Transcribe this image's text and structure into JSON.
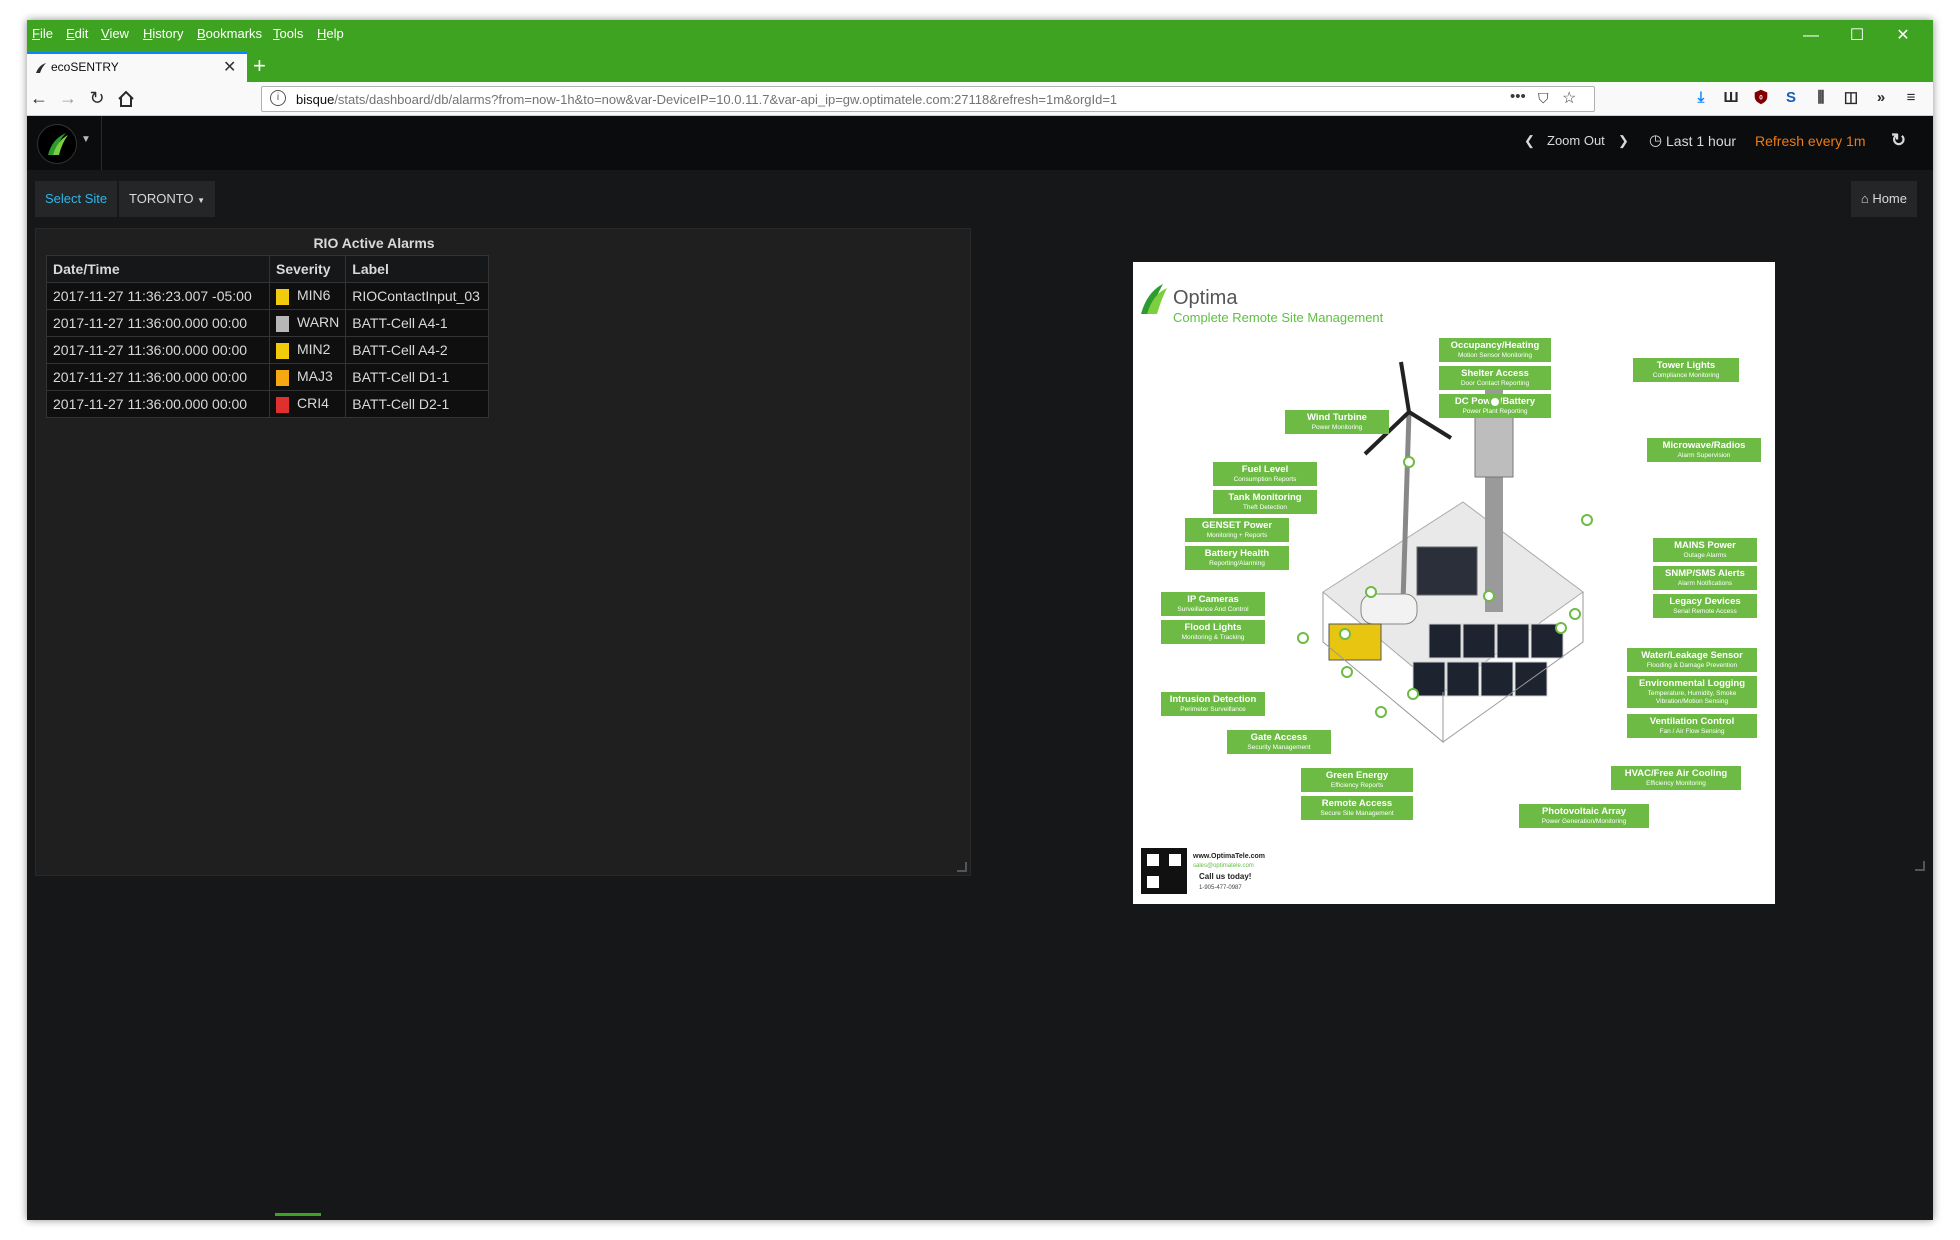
{
  "browser": {
    "menu": [
      "File",
      "Edit",
      "View",
      "History",
      "Bookmarks",
      "Tools",
      "Help"
    ],
    "window_controls": {
      "minimize": "—",
      "maximize": "☐",
      "close": "✕"
    },
    "tab": {
      "title": "ecoSENTRY",
      "close": "✕"
    },
    "new_tab": "+",
    "url": {
      "host": "bisque",
      "path": "/stats/dashboard/db/alarms?from=now-1h&to=now&var-DeviceIP=10.0.11.7&var-api_ip=gw.optimatele.com:27118&refresh=1m&orgId=1"
    },
    "url_actions": {
      "more": "•••",
      "pocket": "⛉",
      "bookmark": "☆"
    },
    "toolbar_icons": [
      "download-icon",
      "extension-icon",
      "ublock-icon",
      "s-extension-icon",
      "library-icon",
      "sidebar-icon",
      "overflow-icon",
      "hamburger-menu-icon"
    ]
  },
  "dashboard": {
    "topnav": {
      "zoom_out": "Zoom Out",
      "time_range": "Last 1 hour",
      "refresh": "Refresh every 1m",
      "chev_left": "❮",
      "chev_right": "❯",
      "clock": "◷",
      "refresh_icon": "↻"
    },
    "subnav": {
      "select_site": "Select Site",
      "site_value": "TORONTO",
      "home": "Home"
    },
    "colors": {
      "accent_green": "#3ea321",
      "refresh_orange": "#eb7b18",
      "link_blue": "#33b5e5"
    },
    "alarms_panel": {
      "title": "RIO Active Alarms",
      "columns": [
        "Date/Time",
        "Severity",
        "Label"
      ],
      "rows": [
        {
          "datetime": "2017-11-27 11:36:23.007 -05:00",
          "severity": "MIN6",
          "color": "#f2cc0c",
          "label": "RIOContactInput_03"
        },
        {
          "datetime": "2017-11-27 11:36:00.000 00:00",
          "severity": "WARN",
          "color": "#b7b7b7",
          "label": "BATT-Cell A4-1"
        },
        {
          "datetime": "2017-11-27 11:36:00.000 00:00",
          "severity": "MIN2",
          "color": "#f2cc0c",
          "label": "BATT-Cell A4-2"
        },
        {
          "datetime": "2017-11-27 11:36:00.000 00:00",
          "severity": "MAJ3",
          "color": "#f5a811",
          "label": "BATT-Cell D1-1"
        },
        {
          "datetime": "2017-11-27 11:36:00.000 00:00",
          "severity": "CRI4",
          "color": "#e02f2f",
          "label": "BATT-Cell D2-1"
        }
      ]
    },
    "poster": {
      "brand": "Optima",
      "tagline": "Complete Remote Site Management",
      "labels": [
        {
          "title": "Occupancy/Heating",
          "sub": "Motion Sensor Monitoring"
        },
        {
          "title": "Shelter Access",
          "sub": "Door Contact Reporting"
        },
        {
          "title": "DC Power/Battery",
          "sub": "Power Plant Reporting"
        },
        {
          "title": "Tower Lights",
          "sub": "Compliance Monitoring"
        },
        {
          "title": "Wind Turbine",
          "sub": "Power Monitoring"
        },
        {
          "title": "Microwave/Radios",
          "sub": "Alarm Supervision"
        },
        {
          "title": "Fuel Level",
          "sub": "Consumption Reports"
        },
        {
          "title": "Tank Monitoring",
          "sub": "Theft Detection"
        },
        {
          "title": "GENSET Power",
          "sub": "Monitoring + Reports"
        },
        {
          "title": "Battery Health",
          "sub": "Reporting/Alarming"
        },
        {
          "title": "MAINS Power",
          "sub": "Outage Alarms"
        },
        {
          "title": "SNMP/SMS Alerts",
          "sub": "Alarm Notifications"
        },
        {
          "title": "IP Cameras",
          "sub": "Surveillance And Control"
        },
        {
          "title": "Legacy Devices",
          "sub": "Serial Remote Access"
        },
        {
          "title": "Flood Lights",
          "sub": "Monitoring & Tracking"
        },
        {
          "title": "Water/Leakage Sensor",
          "sub": "Flooding & Damage Prevention"
        },
        {
          "title": "Environmental Logging",
          "sub": "Temperature, Humidity, Smoke"
        },
        {
          "title": "Intrusion Detection",
          "sub": "Perimeter Surveillance"
        },
        {
          "title": "Ventilation Control",
          "sub": "Fan / Air Flow Sensing"
        },
        {
          "title": "Gate Access",
          "sub": "Security Management"
        },
        {
          "title": "HVAC/Free Air Cooling",
          "sub": "Efficiency Monitoring"
        },
        {
          "title": "Green Energy",
          "sub": "Efficiency Reports"
        },
        {
          "title": "Photovoltaic Array",
          "sub": "Power Generation/Monitoring"
        },
        {
          "title": "Remote Access",
          "sub": "Secure Site Management"
        }
      ],
      "env_sub2": "Vibration/Motion Sensing",
      "website": "www.OptimaTele.com",
      "email": "sales@optimatele.com",
      "call": "Call us today!",
      "phone": "1-905-477-0987"
    }
  }
}
